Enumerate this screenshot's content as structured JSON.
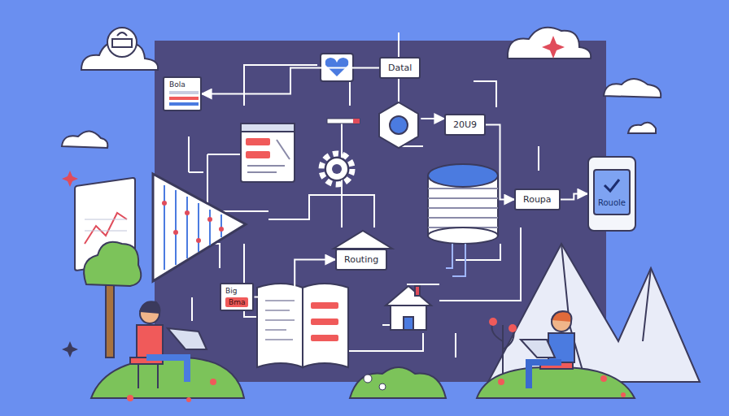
{
  "diagram": {
    "nodes": [
      {
        "text": [
          "Bola"
        ]
      },
      {
        "text": [
          "Datal"
        ]
      },
      {
        "text": [
          "20U9"
        ]
      },
      {
        "text": [
          "Roupa"
        ]
      },
      {
        "text": [
          "Routing"
        ]
      },
      {
        "text": [
          "Rouole"
        ]
      },
      {
        "text": [
          "Big",
          "Bma"
        ]
      }
    ],
    "edges": [
      {
        "from": 1,
        "to": 0,
        "arrow": "to"
      },
      {
        "from": 1,
        "to": 2,
        "arrow": "to"
      },
      {
        "from": 2,
        "to": 3,
        "arrow": "to"
      },
      {
        "from": 3,
        "to": 5,
        "arrow": "to"
      },
      {
        "from": 6,
        "to": 4,
        "arrow": "to"
      }
    ]
  }
}
